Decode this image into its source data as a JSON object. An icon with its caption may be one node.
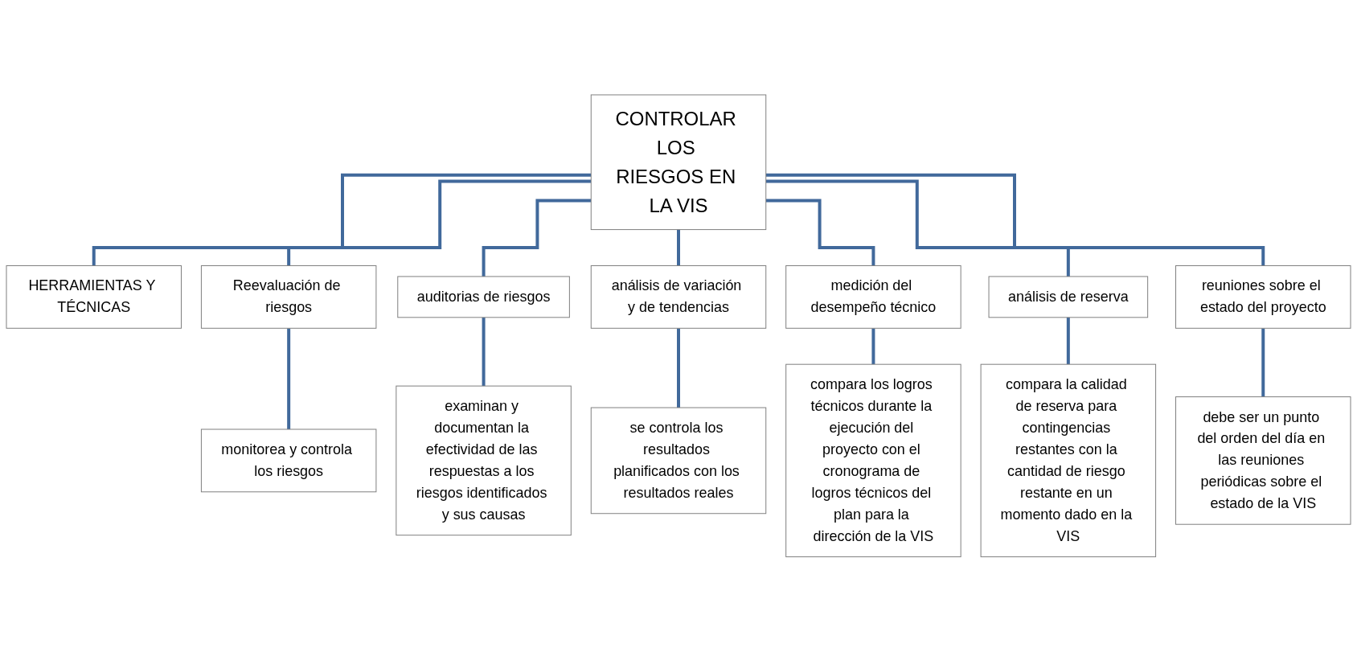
{
  "diagram": {
    "nodes": [
      {
        "text": [
          "CONTROLAR LOS RIESGOS EN LA VIS"
        ]
      },
      {
        "text": [
          "HERRAMIENTAS Y TÉCNICAS"
        ]
      },
      {
        "text": [
          "Reevaluación de riesgos"
        ]
      },
      {
        "text": [
          "auditorias de riesgos"
        ]
      },
      {
        "text": [
          "análisis de variación y de tendencias"
        ]
      },
      {
        "text": [
          "medición del desempeño técnico"
        ]
      },
      {
        "text": [
          "análisis de reserva"
        ]
      },
      {
        "text": [
          "reuniones sobre el estado del proyecto"
        ]
      },
      {
        "text": [
          "monitorea y controla los riesgos"
        ]
      },
      {
        "text": [
          "examinan y documentan la efectividad de las respuestas a los riesgos identificados y sus causas"
        ]
      },
      {
        "text": [
          "se controla los resultados planificados con los resultados reales"
        ]
      },
      {
        "text": [
          "compara los logros técnicos durante la ejecución del proyecto con el cronograma de logros técnicos del plan para la dirección de la VIS"
        ]
      },
      {
        "text": [
          "compara la calidad de reserva para contingencias restantes con la cantidad de riesgo restante en un momento dado en la VIS"
        ]
      },
      {
        "text": [
          "debe ser un punto del orden del día en las reuniones periódicas sobre el estado de la VIS"
        ]
      }
    ],
    "edges": [
      {
        "from": 0,
        "to": 1,
        "arrow": "none"
      },
      {
        "from": 0,
        "to": 2,
        "arrow": "none"
      },
      {
        "from": 0,
        "to": 3,
        "arrow": "none"
      },
      {
        "from": 0,
        "to": 4,
        "arrow": "none"
      },
      {
        "from": 0,
        "to": 5,
        "arrow": "none"
      },
      {
        "from": 0,
        "to": 6,
        "arrow": "none"
      },
      {
        "from": 0,
        "to": 7,
        "arrow": "none"
      },
      {
        "from": 2,
        "to": 8,
        "arrow": "none"
      },
      {
        "from": 3,
        "to": 9,
        "arrow": "none"
      },
      {
        "from": 4,
        "to": 10,
        "arrow": "none"
      },
      {
        "from": 5,
        "to": 11,
        "arrow": "none"
      },
      {
        "from": 6,
        "to": 12,
        "arrow": "none"
      },
      {
        "from": 7,
        "to": 13,
        "arrow": "none"
      }
    ]
  }
}
